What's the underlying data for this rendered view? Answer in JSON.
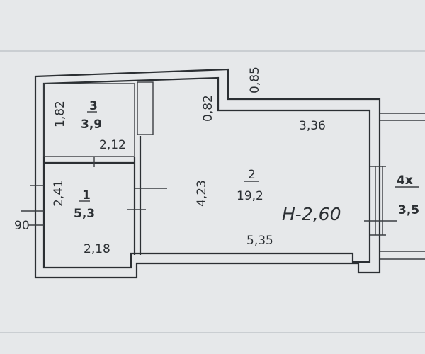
{
  "dimensions": {
    "outer_top_gap": "0,85",
    "closet_step": "0,82",
    "room3_height": "1,82",
    "room3_width": "2,12",
    "main_top_width": "3,36",
    "main_height": "4,23",
    "main_bottom_width": "5,35",
    "room1_height": "2,41",
    "room1_width": "2,18",
    "left_partial": "90"
  },
  "rooms": [
    {
      "number": "3",
      "area": "3,9"
    },
    {
      "number": "1",
      "area": "5,3"
    },
    {
      "number": "2",
      "area": "19,2"
    },
    {
      "number": "4х",
      "area": "3,5"
    }
  ],
  "ceiling_height": "Н-2,60",
  "colors": {
    "background": "#e6e8ea",
    "ink": "#2b2f33"
  }
}
